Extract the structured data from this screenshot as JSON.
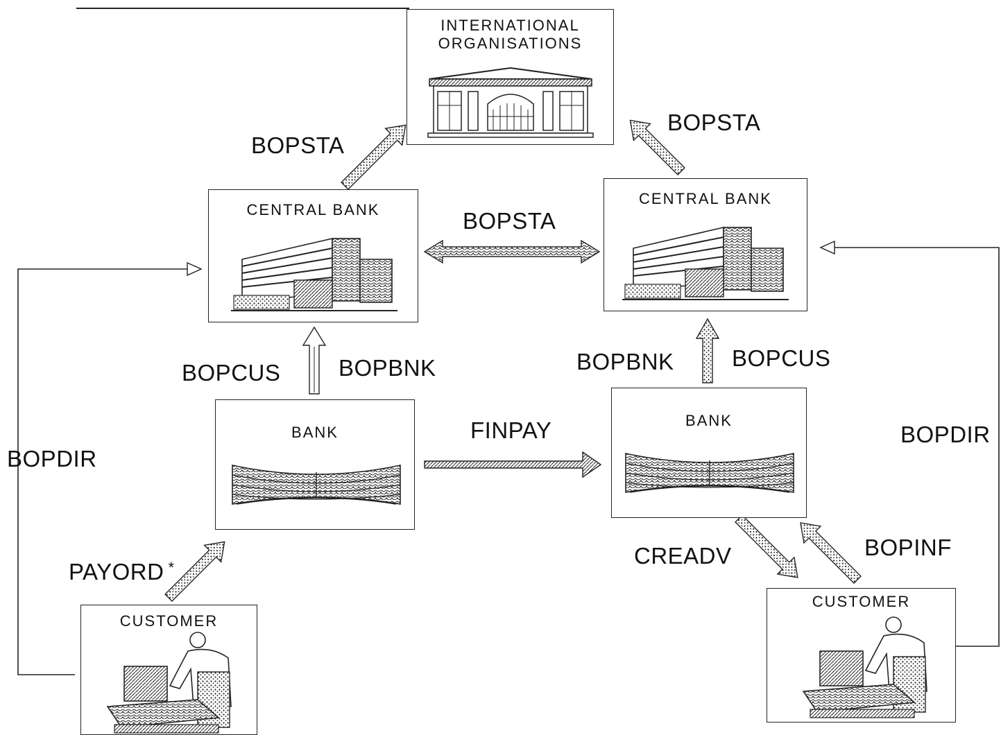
{
  "nodes": {
    "international": {
      "title_line1": "INTERNATIONAL",
      "title_line2": "ORGANISATIONS"
    },
    "central_bank_left": {
      "title": "CENTRAL BANK"
    },
    "central_bank_right": {
      "title": "CENTRAL BANK"
    },
    "bank_left": {
      "title": "BANK"
    },
    "bank_right": {
      "title": "BANK"
    },
    "customer_left": {
      "title": "CUSTOMER"
    },
    "customer_right": {
      "title": "CUSTOMER"
    }
  },
  "flows": {
    "bopsta_left": "BOPSTA",
    "bopsta_right": "BOPSTA",
    "bopsta_middle": "BOPSTA",
    "bopcus_left": "BOPCUS",
    "bopbnk_left": "BOPBNK",
    "bopbnk_right": "BOPBNK",
    "bopcus_right": "BOPCUS",
    "finpay": "FINPAY",
    "bopdir_left": "BOPDIR",
    "bopdir_right": "BOPDIR",
    "payord": "PAYORD",
    "payord_mark": "*",
    "creadv": "CREADV",
    "bopinf": "BOPINF"
  }
}
